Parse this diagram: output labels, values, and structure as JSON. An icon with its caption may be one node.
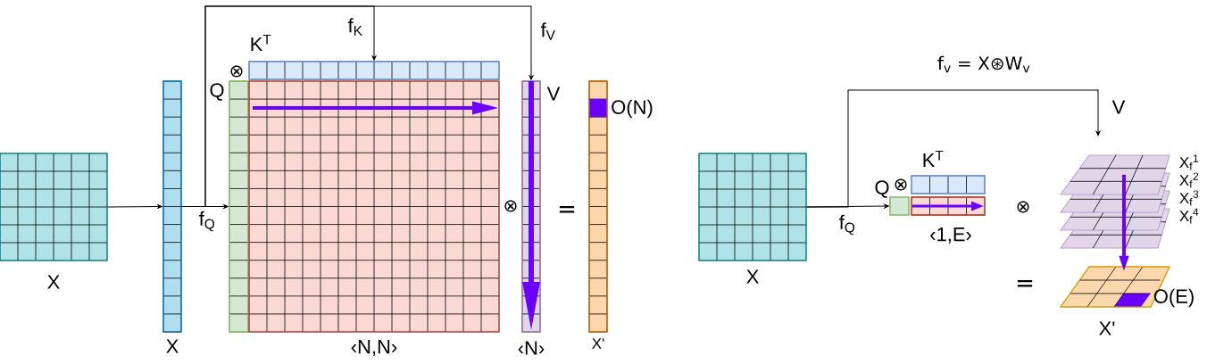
{
  "diagram": {
    "nodes": [
      {
        "text": [],
        "shape": "box",
        "beside": [
          "X"
        ]
      },
      {
        "text": [],
        "shape": "bar",
        "beside": [
          "X"
        ]
      },
      {
        "text": [],
        "shape": "bar",
        "beside": [
          "Q"
        ]
      },
      {
        "text": [],
        "shape": "bar",
        "beside": [
          "K$^{T}$"
        ]
      },
      {
        "text": [],
        "shape": "box",
        "beside": [
          "‹N,N›"
        ]
      },
      {
        "text": [],
        "shape": "bar",
        "beside": [
          "V",
          "‹N›"
        ]
      },
      {
        "text": [],
        "shape": "bar",
        "beside": [
          "O(N)",
          "X'"
        ]
      },
      {
        "text": [],
        "shape": "box",
        "beside": [
          "X"
        ]
      },
      {
        "text": [],
        "shape": "box",
        "beside": [
          "Q"
        ]
      },
      {
        "text": [],
        "shape": "bar",
        "beside": [
          "K$^{T}$"
        ]
      },
      {
        "text": [],
        "shape": "bar",
        "beside": [
          "‹1,E›"
        ]
      },
      {
        "text": [],
        "shape": "box",
        "beside": [
          "X$_{f}$$^{1}$",
          "X$_{f}$$^{2}$",
          "X$_{f}$$^{3}$",
          "X$_{f}$$^{4}$"
        ]
      },
      {
        "text": [],
        "shape": "box",
        "beside": [
          "O(E)",
          "X'"
        ]
      }
    ],
    "edges": [
      {
        "from": 0,
        "to": 1,
        "arrow": "to"
      },
      {
        "from": 1,
        "to": 2,
        "arrow": "to",
        "label": "f$_{Q}$"
      },
      {
        "from": 1,
        "to": 3,
        "arrow": "to",
        "label": "f$_{K}$"
      },
      {
        "from": 1,
        "to": 5,
        "arrow": "to",
        "label": "f$_{V}$"
      },
      {
        "from": 7,
        "to": 8,
        "arrow": "to",
        "label": "f$_{Q}$"
      },
      {
        "from": 7,
        "to": 11,
        "arrow": "to",
        "label": "V"
      },
      {
        "from": 11,
        "to": 12,
        "arrow": "to",
        "style": "thick",
        "color": "#6a00ff"
      }
    ],
    "labels": [
      "f$_{v}$ = X⊛W$_{v}$",
      "⊗",
      "⊗",
      "=",
      "⊗",
      "⊗",
      "="
    ]
  }
}
